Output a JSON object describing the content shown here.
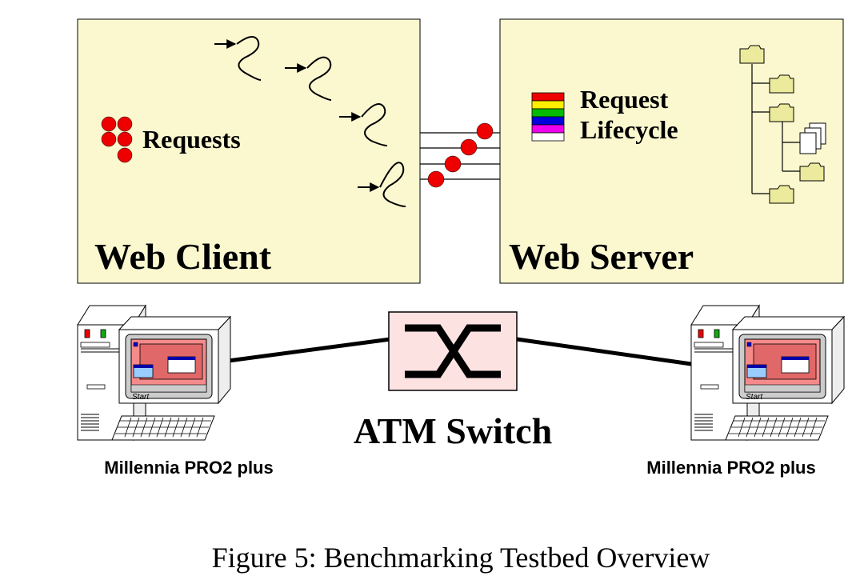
{
  "client_box": {
    "title": "Web Client",
    "requests_label": "Requests"
  },
  "server_box": {
    "title": "Web Server",
    "lifecycle_line1": "Request",
    "lifecycle_line2": "Lifecycle"
  },
  "switch": {
    "label": "ATM Switch"
  },
  "left_computer": {
    "label": "Millennia PRO2 plus",
    "start_label": "Start"
  },
  "right_computer": {
    "label": "Millennia PRO2 plus",
    "start_label": "Start"
  },
  "caption": "Figure 5: Benchmarking Testbed Overview",
  "colors": {
    "box_fill": "#fbf8d0",
    "request_dot": "#ee0000",
    "switch_fill": "#fde2e2",
    "folder_fill": "#ecea9c",
    "screen_fill": "#f58a8a",
    "lifecycle_stripes": [
      "#ee0000",
      "#ffee00",
      "#00bb00",
      "#0000dd",
      "#ee00ee",
      "#ffffff"
    ]
  }
}
